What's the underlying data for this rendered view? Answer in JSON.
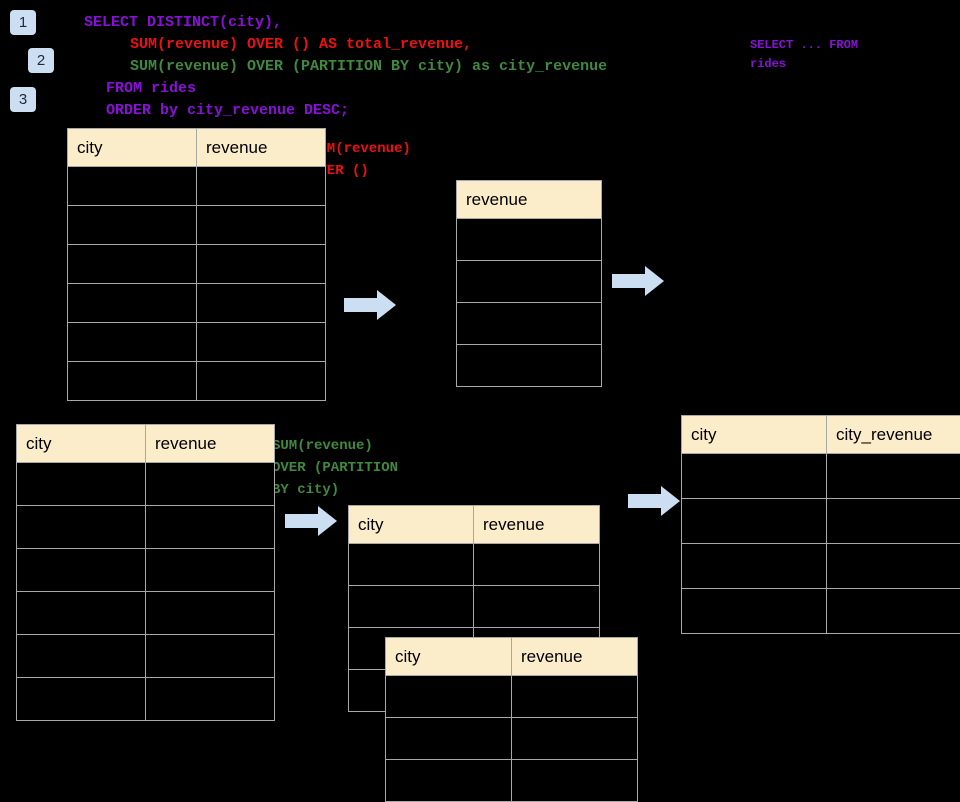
{
  "theme": {
    "background": "#000000",
    "badge_bg": "#ccdff2",
    "badge_text": "#1c2b3a",
    "table_header_bg": "#fbecca",
    "table_border": "#a8a8a8",
    "arrow_fill": "#ccdff2",
    "sql_purple": "#8a10d8",
    "sql_red": "#ec1111",
    "sql_green": "#3f8a3f"
  },
  "badges": [
    {
      "label": "1"
    },
    {
      "label": "2"
    },
    {
      "label": "3"
    }
  ],
  "sql": {
    "line_1": "SELECT DISTINCT(city),",
    "line_2": "SUM(revenue) OVER () AS total_revenue,",
    "line_3": "SUM(revenue) OVER (PARTITION BY city) as city_revenue",
    "line_4": "FROM rides",
    "line_5": "ORDER by city_revenue DESC;",
    "aside": "SELECT ... FROM\nrides"
  },
  "annotations": {
    "total_revenue": "SUM(revenue)\nOVER ()",
    "partition_by_city": "SUM(revenue)\nOVER (PARTITION\nBY city)"
  },
  "tables": {
    "rides_top": {
      "columns": [
        "city",
        "revenue"
      ],
      "row_count": 6,
      "rows": [
        [
          "",
          ""
        ],
        [
          "",
          ""
        ],
        [
          "",
          ""
        ],
        [
          "",
          ""
        ],
        [
          "",
          ""
        ],
        [
          "",
          ""
        ]
      ]
    },
    "total_revenue": {
      "columns": [
        "revenue"
      ],
      "row_count": 4,
      "rows": [
        [
          ""
        ],
        [
          ""
        ],
        [
          ""
        ],
        [
          ""
        ]
      ]
    },
    "rides_bottom": {
      "columns": [
        "city",
        "revenue"
      ],
      "row_count": 6,
      "rows": [
        [
          "",
          ""
        ],
        [
          "",
          ""
        ],
        [
          "",
          ""
        ],
        [
          "",
          ""
        ],
        [
          "",
          ""
        ],
        [
          "",
          ""
        ]
      ]
    },
    "partition_a": {
      "columns": [
        "city",
        "revenue"
      ],
      "row_count": 4,
      "rows": [
        [
          "",
          ""
        ],
        [
          "",
          ""
        ],
        [
          "",
          ""
        ],
        [
          "",
          ""
        ]
      ]
    },
    "partition_b": {
      "columns": [
        "city",
        "revenue"
      ],
      "row_count": 3,
      "rows": [
        [
          "",
          ""
        ],
        [
          "",
          ""
        ],
        [
          "",
          ""
        ]
      ]
    },
    "result": {
      "columns": [
        "city",
        "city_revenue"
      ],
      "row_count": 4,
      "rows": [
        [
          "",
          ""
        ],
        [
          "",
          ""
        ],
        [
          "",
          ""
        ],
        [
          "",
          ""
        ]
      ]
    }
  },
  "arrows": [
    {
      "name": "arrow-rides-to-total"
    },
    {
      "name": "arrow-total-to-result"
    },
    {
      "name": "arrow-rides-to-partition"
    },
    {
      "name": "arrow-partition-to-result"
    }
  ]
}
